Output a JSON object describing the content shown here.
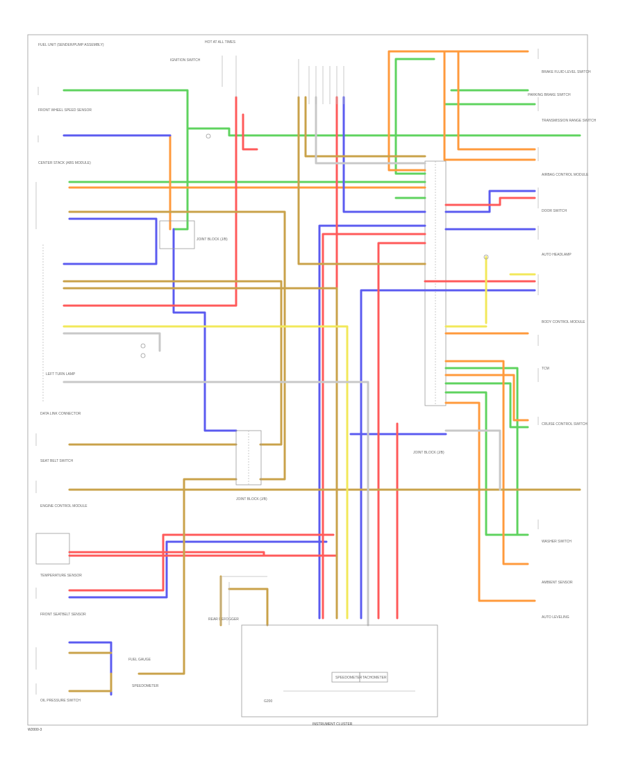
{
  "footer": {
    "page_code": "W2000-3",
    "cluster_title": "INSTRUMENT CLUSTER"
  },
  "colors": {
    "green": "#5fd35f",
    "orange": "#ff9a3c",
    "blue": "#5b5bf0",
    "red": "#ff5a5a",
    "tan": "#c9a24a",
    "yellow": "#f2e85a",
    "grey": "#c8c8c8"
  },
  "left_components": [
    "FUEL UNIT (SENDER/PUMP ASSEMBLY)",
    "FRONT WHEEL SPEED SENSOR",
    "CENTER STACK (ABS MODULE)",
    "LEFT TURN LAMP",
    "DATA LINK CONNECTOR",
    "SEAT BELT SWITCH",
    "ENGINE CONTROL MODULE",
    "TEMPERATURE SENSOR",
    "FRONT SEATBELT SENSOR",
    "OIL PRESSURE SWITCH"
  ],
  "right_components": [
    "BRAKE FLUID LEVEL SWITCH",
    "PARKING BRAKE SWITCH",
    "TRANSMISSION RANGE SWITCH",
    "AIRBAG CONTROL MODULE",
    "DOOR SWITCH",
    "AUTO HEADLAMP",
    "BODY CONTROL MODULE",
    "TCM",
    "CRUISE CONTROL SWITCH",
    "WASHER SWITCH",
    "AMBIENT SENSOR",
    "AUTO LEVELING"
  ],
  "center_labels": {
    "top_fuse": "HOT AT ALL TIMES",
    "ignition": "IGNITION SWITCH",
    "junction_a": "JOINT BLOCK (J/B)",
    "junction_b": "JOINT BLOCK (J/B)",
    "junction_c": "JOINT BLOCK (J/B)",
    "gauge_left": "FUEL GAUGE",
    "speed": "SPEEDOMETER",
    "tach": "TACHOMETER",
    "rear_label": "REAR DEFOGGER",
    "ground": "G200"
  }
}
